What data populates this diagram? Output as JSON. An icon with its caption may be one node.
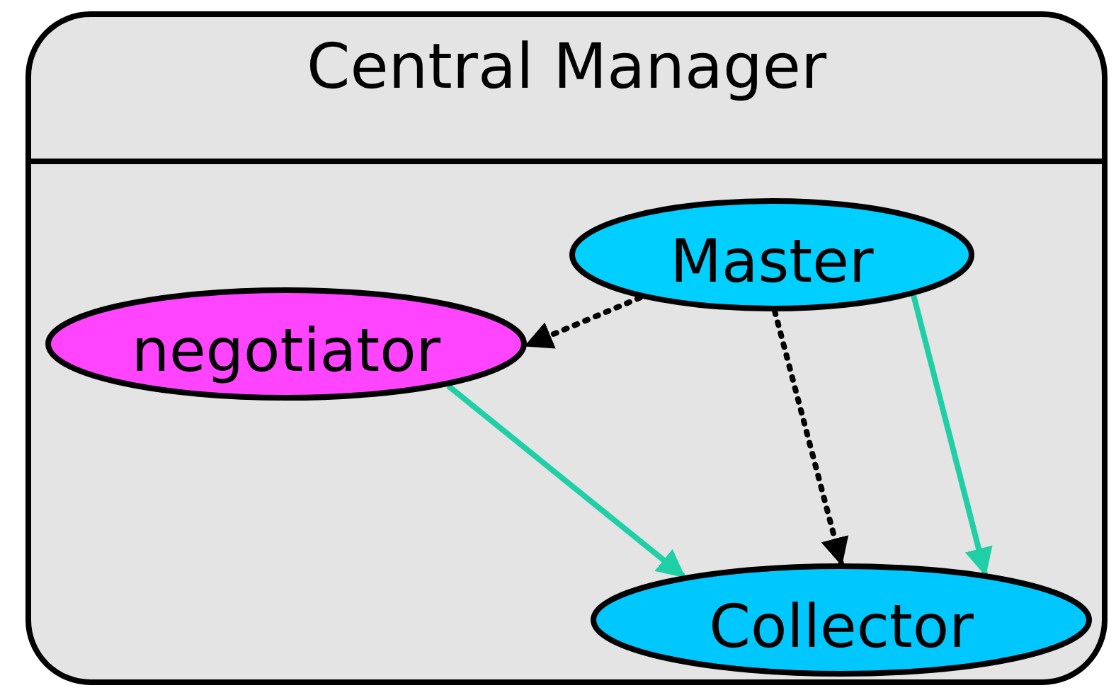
{
  "diagram": {
    "nodes": [
      {
        "text": [
          "Central Manager"
        ]
      },
      {
        "text": [
          "Master"
        ],
        "in": 0
      },
      {
        "text": [
          "negotiator"
        ],
        "in": 0
      },
      {
        "text": [
          "Collector"
        ],
        "in": 0
      }
    ],
    "edges": [
      {
        "from": 1,
        "to": 2,
        "arrow": "to",
        "style": "dashed",
        "color": "#000000"
      },
      {
        "from": 1,
        "to": 3,
        "arrow": "to",
        "style": "dashed",
        "color": "#000000"
      },
      {
        "from": 2,
        "to": 3,
        "arrow": "to",
        "color": "#1fcfa5"
      },
      {
        "from": 1,
        "to": 3,
        "arrow": "to",
        "color": "#1fcfa5"
      }
    ]
  }
}
